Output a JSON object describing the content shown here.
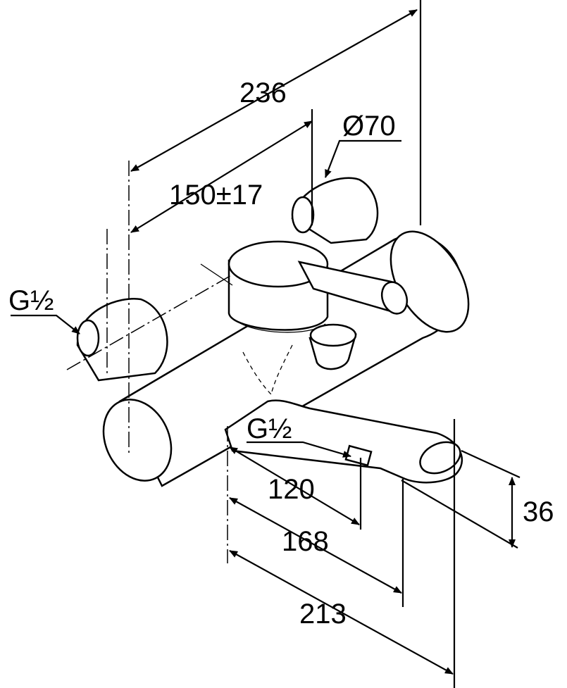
{
  "title": "Bath/shower mixer dimension drawing",
  "dimensions": {
    "overall_width": "236",
    "center_distance": "150±17",
    "handle_diameter": "Ø70",
    "inlet_thread": "G½",
    "outlet_thread": "G½",
    "outlet_offset": "120",
    "spout_offset": "168",
    "projection": "213",
    "spout_height": "36"
  }
}
